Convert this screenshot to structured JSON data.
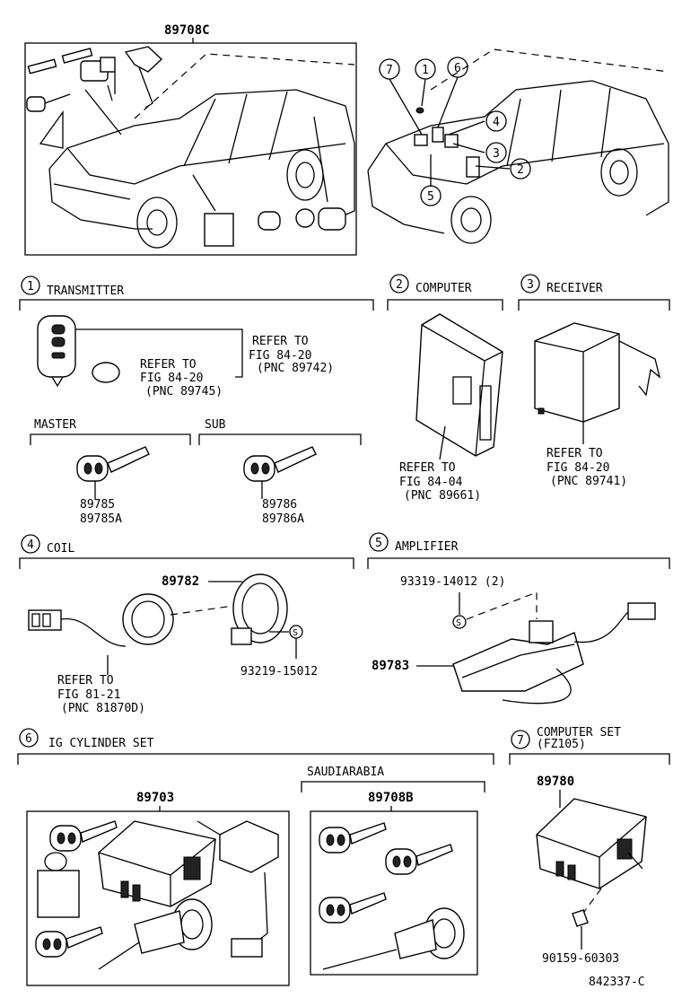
{
  "overview": {
    "top_label": "89708C",
    "callouts": [
      "7",
      "1",
      "6",
      "4",
      "3",
      "2",
      "5"
    ]
  },
  "sections": {
    "transmitter": {
      "num": "1",
      "title": "TRANSMITTER",
      "ref_a": [
        "REFER TO",
        "FIG 84-20",
        "(PNC 89742)"
      ],
      "ref_b": [
        "REFER TO",
        "FIG 84-20",
        "(PNC 89745)"
      ],
      "master": "MASTER",
      "sub": "SUB",
      "master_parts": [
        "89785",
        "89785A"
      ],
      "sub_parts": [
        "89786",
        "89786A"
      ]
    },
    "computer": {
      "num": "2",
      "title": "COMPUTER",
      "ref": [
        "REFER TO",
        "FIG 84-04",
        "(PNC 89661)"
      ]
    },
    "receiver": {
      "num": "3",
      "title": "RECEIVER",
      "ref": [
        "REFER TO",
        "FIG 84-20",
        "(PNC 89741)"
      ]
    },
    "coil": {
      "num": "4",
      "title": "COIL",
      "part": "89782",
      "screw": "93219-15012",
      "ref": [
        "REFER TO",
        "FIG 81-21",
        "(PNC 81870D)"
      ],
      "screw_mark": "S"
    },
    "amplifier": {
      "num": "5",
      "title": "AMPLIFIER",
      "part": "89783",
      "screw": "93319-14012 (2)",
      "screw_mark": "S"
    },
    "ig_cylinder": {
      "num": "6",
      "title": "IG CYLINDER SET",
      "part": "89703",
      "saudi": "SAUDIARABIA",
      "saudi_part": "89708B"
    },
    "computer_set": {
      "num": "7",
      "title": "COMPUTER SET",
      "subtitle": "(FZ105)",
      "part": "89780",
      "screw": "90159-60303"
    }
  },
  "footer": {
    "code": "842337-C"
  }
}
